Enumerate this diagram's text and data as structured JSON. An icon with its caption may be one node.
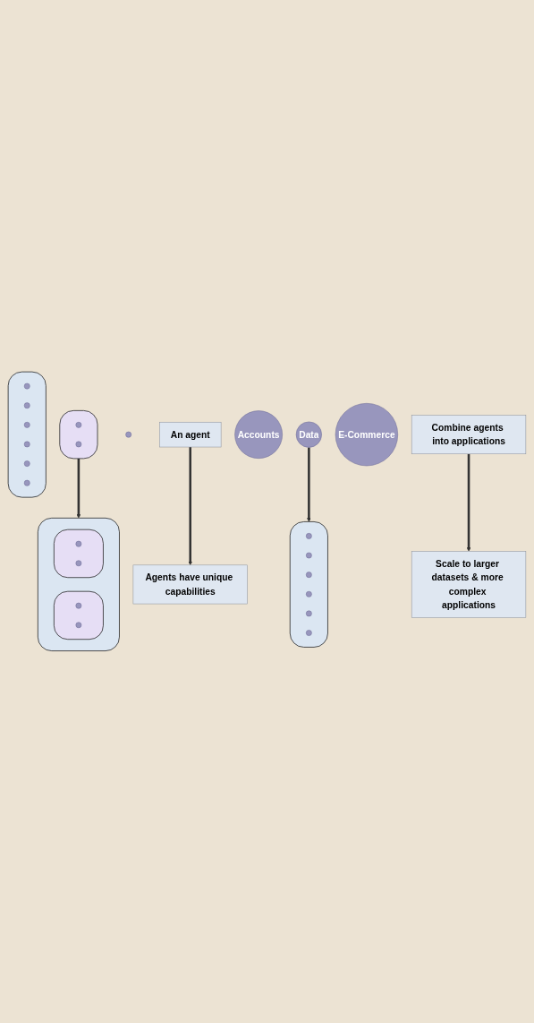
{
  "diagram": {
    "nodes": [
      {
        "text": [],
        "shape": "circle"
      },
      {
        "text": [
          "An agent"
        ]
      },
      {
        "text": [
          "Agents have unique capabilities"
        ]
      },
      {
        "text": [
          "Accounts"
        ]
      },
      {
        "text": [
          "Data"
        ]
      },
      {
        "text": [
          "E-Commerce"
        ]
      },
      {
        "text": [],
        "shape": "box"
      },
      {
        "text": [],
        "shape": "circle",
        "in": 6
      },
      {
        "text": [],
        "shape": "circle",
        "in": 6
      },
      {
        "text": [],
        "shape": "circle",
        "in": 6
      },
      {
        "text": [],
        "shape": "circle",
        "in": 6
      },
      {
        "text": [],
        "shape": "circle",
        "in": 6
      },
      {
        "text": [],
        "shape": "circle",
        "in": 6
      },
      {
        "text": [
          "Combine agents into applications"
        ]
      },
      {
        "text": [
          "Scale to larger datasets & more complex applications"
        ]
      },
      {
        "text": [],
        "shape": "ellipse"
      },
      {
        "text": [],
        "shape": "circle",
        "in": 15
      },
      {
        "text": [],
        "shape": "circle",
        "in": 15
      },
      {
        "text": [],
        "shape": "box"
      },
      {
        "text": [],
        "shape": "circle",
        "in": 18
      },
      {
        "text": [],
        "shape": "circle",
        "in": 18
      },
      {
        "text": [],
        "shape": "circle",
        "in": 18
      },
      {
        "text": [],
        "shape": "circle",
        "in": 18
      },
      {
        "text": [],
        "shape": "circle",
        "in": 18
      },
      {
        "text": [],
        "shape": "circle",
        "in": 18
      },
      {
        "text": [],
        "shape": "box"
      },
      {
        "text": [],
        "shape": "ellipse",
        "in": 25
      },
      {
        "text": [],
        "shape": "circle",
        "in": 26
      },
      {
        "text": [],
        "shape": "circle",
        "in": 26
      },
      {
        "text": [],
        "shape": "ellipse",
        "in": 25
      },
      {
        "text": [],
        "shape": "circle",
        "in": 29
      },
      {
        "text": [],
        "shape": "circle",
        "in": 29
      }
    ],
    "edges": [
      {
        "from": 1,
        "to": 2,
        "arrow": "to"
      },
      {
        "from": 4,
        "to": 6,
        "arrow": "to"
      },
      {
        "from": 13,
        "to": 14,
        "arrow": "to"
      },
      {
        "from": 15,
        "to": 25,
        "arrow": "to"
      }
    ]
  }
}
